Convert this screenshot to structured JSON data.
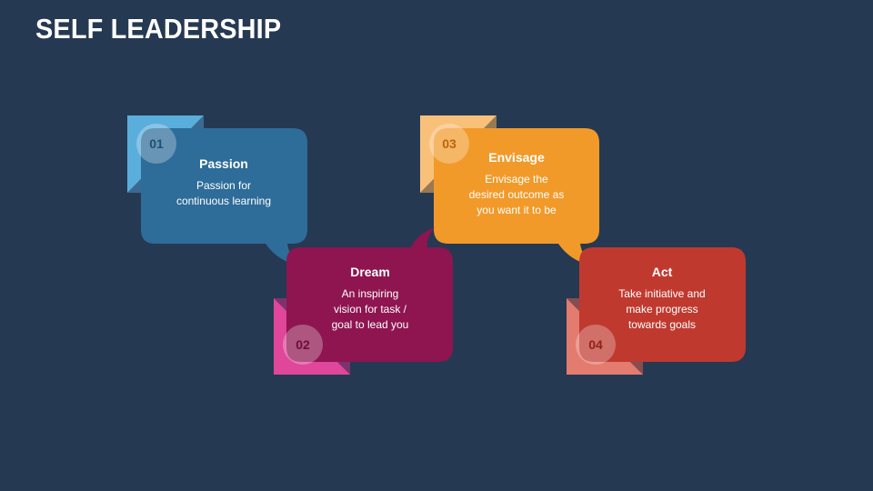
{
  "title": "SELF LEADERSHIP",
  "steps": [
    {
      "number": "01",
      "title": "Passion",
      "description": "Passion for\ncontinuous learning",
      "color": "#2e6c99",
      "corner_color": "#5aaedc",
      "num_text_color": "#1e4f75"
    },
    {
      "number": "02",
      "title": "Dream",
      "description": "An inspiring\nvision for task /\ngoal to lead you",
      "color": "#8e1550",
      "corner_color": "#e0469a",
      "num_text_color": "#6e0c3d"
    },
    {
      "number": "03",
      "title": "Envisage",
      "description": "Envisage the\ndesired outcome as\nyou want it to be",
      "color": "#f19a2a",
      "corner_color": "#f9c07a",
      "num_text_color": "#b8650f"
    },
    {
      "number": "04",
      "title": "Act",
      "description": "Take initiative and\nmake progress\ntowards goals",
      "color": "#c0392f",
      "corner_color": "#e37b6e",
      "num_text_color": "#8e2219"
    }
  ]
}
